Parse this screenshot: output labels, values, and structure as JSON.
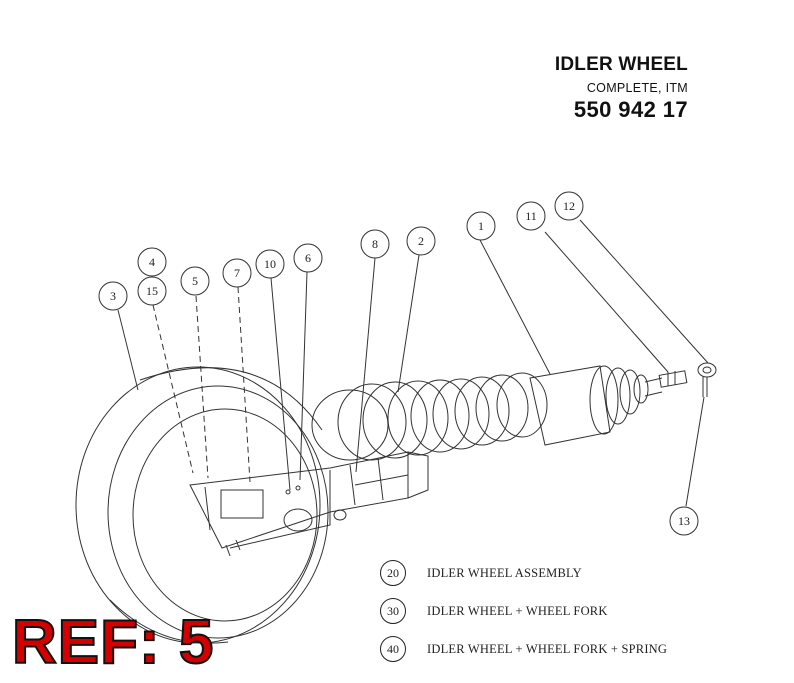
{
  "title": {
    "main": "IDLER WHEEL",
    "sub": "COMPLETE, ITM",
    "part_number": "550 942 17"
  },
  "callouts": [
    {
      "id": "1"
    },
    {
      "id": "2"
    },
    {
      "id": "3"
    },
    {
      "id": "4"
    },
    {
      "id": "5"
    },
    {
      "id": "6"
    },
    {
      "id": "7"
    },
    {
      "id": "8"
    },
    {
      "id": "10"
    },
    {
      "id": "11"
    },
    {
      "id": "12"
    },
    {
      "id": "13"
    },
    {
      "id": "15"
    }
  ],
  "legend": [
    {
      "num": "20",
      "label": "IDLER WHEEL ASSEMBLY"
    },
    {
      "num": "30",
      "label": "IDLER WHEEL + WHEEL FORK"
    },
    {
      "num": "40",
      "label": "IDLER WHEEL + WHEEL FORK + SPRING"
    }
  ],
  "ref": "REF: 5",
  "colors": {
    "line": "#333333",
    "ref_fill": "#d40000",
    "ref_outline": "#111111"
  }
}
